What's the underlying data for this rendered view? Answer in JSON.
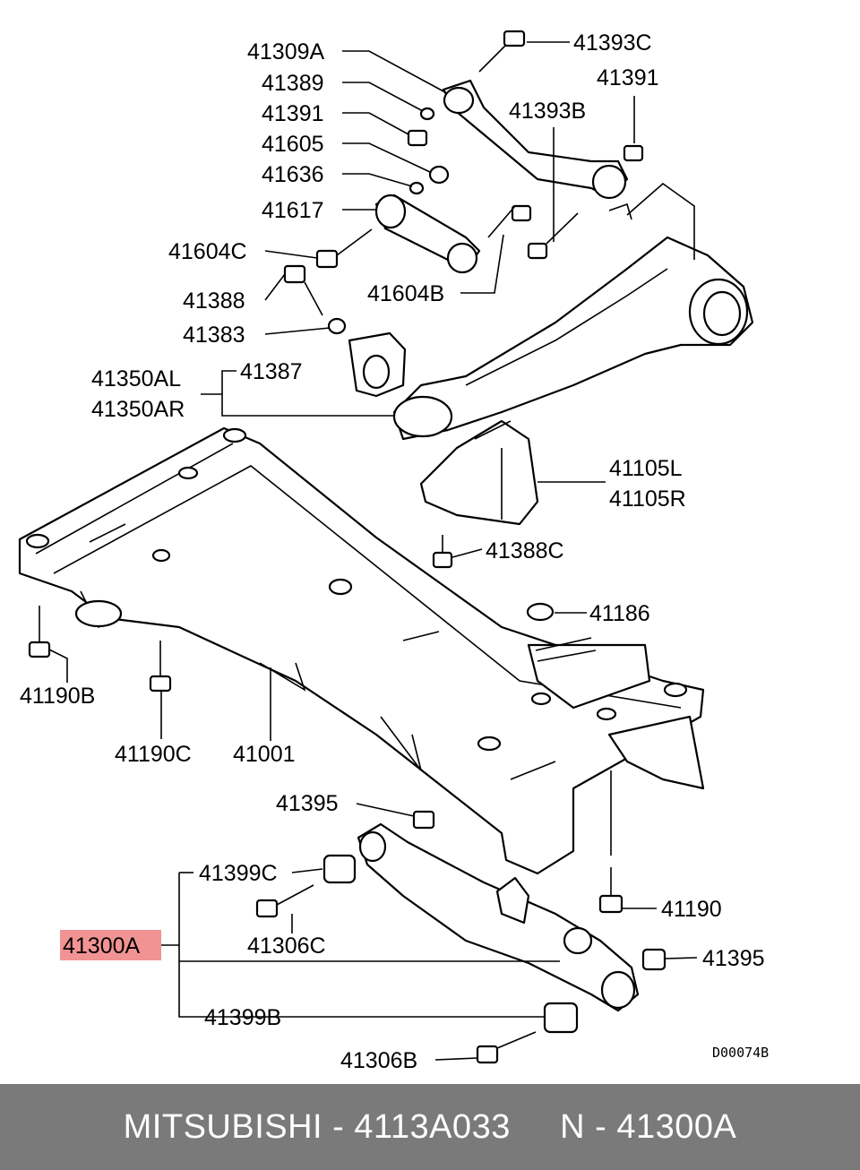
{
  "diagram": {
    "code": "D00074B",
    "labels": {
      "l41309A": "41309A",
      "l41393C": "41393C",
      "l41389": "41389",
      "l41391a": "41391",
      "l41391b": "41391",
      "l41393B": "41393B",
      "l41605": "41605",
      "l41636": "41636",
      "l41617": "41617",
      "l41604C": "41604C",
      "l41604B": "41604B",
      "l41388": "41388",
      "l41383": "41383",
      "l41350AL": "41350AL",
      "l41350AR": "41350AR",
      "l41387": "41387",
      "l41105L": "41105L",
      "l41105R": "41105R",
      "l41388C": "41388C",
      "l41186": "41186",
      "l41190B": "41190B",
      "l41190C": "41190C",
      "l41001": "41001",
      "l41395a": "41395",
      "l41399C": "41399C",
      "l41190": "41190",
      "l41300A": "41300A",
      "l41306C": "41306C",
      "l41395b": "41395",
      "l41399B": "41399B",
      "l41306B": "41306B"
    },
    "highlight_color": "#f08080"
  },
  "footer": {
    "text": "MITSUBISHI - 4113A033     N - 41300A"
  }
}
